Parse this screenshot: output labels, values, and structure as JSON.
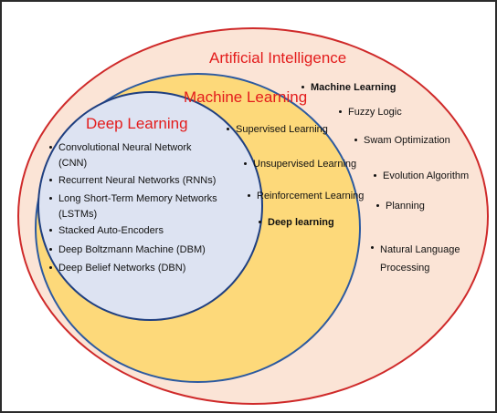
{
  "colors": {
    "ai_fill": "#fbe4d6",
    "ai_border": "#cf2a2a",
    "ml_fill": "#fdd97a",
    "ml_border": "#2c5aa0",
    "dl_fill": "#dde3f2",
    "dl_border": "#1f3f80",
    "title_color": "#e31c1c"
  },
  "ai": {
    "title": "Artificial Intelligence",
    "items": [
      "Machine Learning",
      "Fuzzy Logic",
      "Swam Optimization",
      "Evolution Algorithm",
      "Planning",
      "Natural Language Processing"
    ]
  },
  "ml": {
    "title": "Machine Learning",
    "items": [
      "Supervised Learning",
      "Unsupervised Learning",
      "Reinforcement Learning",
      "Deep learning"
    ]
  },
  "dl": {
    "title": "Deep Learning",
    "items": [
      "Convolutional Neural Network (CNN)",
      "Recurrent Neural Networks (RNNs)",
      "Long Short-Term Memory Networks (LSTMs)",
      "Stacked Auto-Encoders",
      "Deep Boltzmann Machine (DBM)",
      "Deep Belief Networks (DBN)"
    ]
  }
}
